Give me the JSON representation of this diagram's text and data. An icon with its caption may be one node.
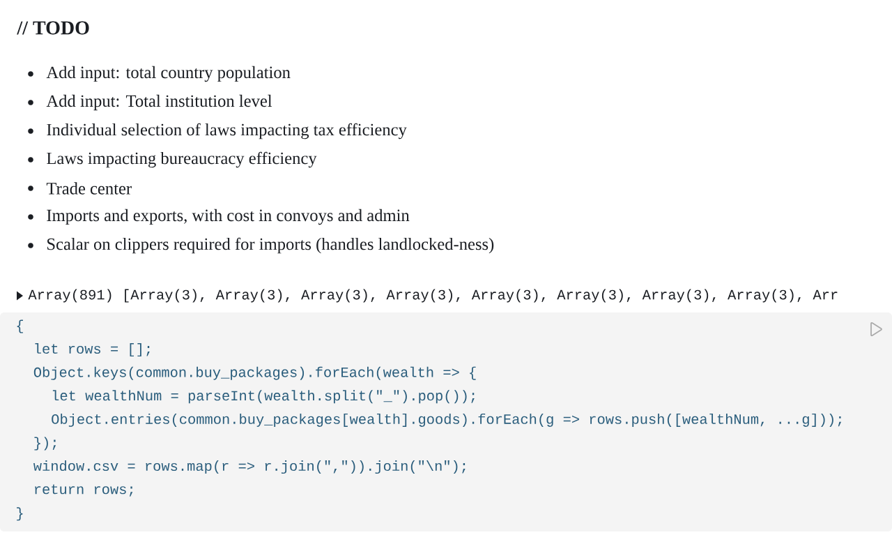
{
  "diagram": {
    "title": "// TODO",
    "labels": [
      "Add input: total country population",
      "Add input: Total institution level",
      "Individual selection of laws impacting tax efficiency",
      "Laws impacting bureaucracy efficiency",
      "Trade center",
      "Imports and exports, with cost in convoys and admin",
      "Scalar on clippers required for imports (handles landlocked-ness)",
      "Array(891) [Array(3), Array(3), Array(3), Array(3), Array(3), Array(3), Array(3), Array(3), Arr",
      "{",
      "let rows = [];",
      "Object.keys(common.buy_packages).forEach(wealth => {",
      "let wealthNum = parseInt(wealth.split(\"_\").pop());",
      "Object.entries(common.buy_packages[wealth].goods).forEach(g => rows.push([wealthNum, ...g]));",
      "});",
      "window.csv = rows.map(r => r.join(\",\")).join(\"\\n\");",
      "return rows;",
      "}"
    ]
  }
}
